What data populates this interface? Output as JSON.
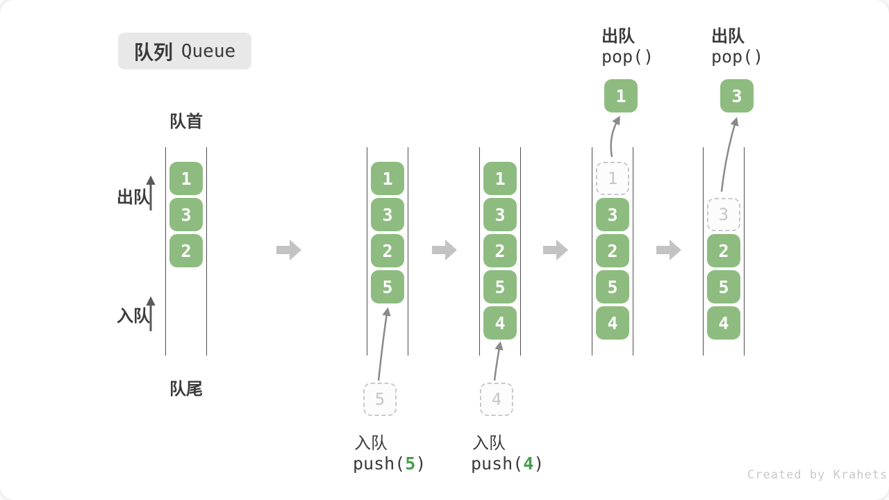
{
  "title": {
    "zh": "队列",
    "en": "Queue"
  },
  "side_labels": {
    "front": "队首",
    "rear": "队尾",
    "dequeue": "出队",
    "enqueue": "入队"
  },
  "colors": {
    "element_green": "#8ebc80",
    "code_arg_green": "#4a9d4e",
    "block_arrow_gray": "#c3c3c3",
    "thin_arrow_gray": "#8a8a8a",
    "ghost_gray": "#c9c9c9",
    "text_dark": "#3b3b3b",
    "badge_bg": "#e8e8e8"
  },
  "queues": [
    {
      "name": "state-initial",
      "slots": [
        "1",
        "3",
        "2"
      ]
    },
    {
      "name": "state-after-push-5",
      "slots": [
        "1",
        "3",
        "2",
        "5"
      ],
      "incoming": "5",
      "op": {
        "zh": "入队",
        "fn": "push(",
        "arg": "5",
        "close": ")"
      }
    },
    {
      "name": "state-after-push-4",
      "slots": [
        "1",
        "3",
        "2",
        "5",
        "4"
      ],
      "incoming": "4",
      "op": {
        "zh": "入队",
        "fn": "push(",
        "arg": "4",
        "close": ")"
      }
    },
    {
      "name": "state-after-pop-1",
      "ghost": "1",
      "slots": [
        "3",
        "2",
        "5",
        "4"
      ],
      "outgoing": "1",
      "op": {
        "zh": "出队",
        "fn": "pop()",
        "arg": "",
        "close": ""
      }
    },
    {
      "name": "state-after-pop-3",
      "ghost": "3",
      "slots": [
        "2",
        "5",
        "4"
      ],
      "outgoing": "3",
      "op": {
        "zh": "出队",
        "fn": "pop()",
        "arg": "",
        "close": ""
      }
    }
  ],
  "watermark": "Created by Krahets"
}
